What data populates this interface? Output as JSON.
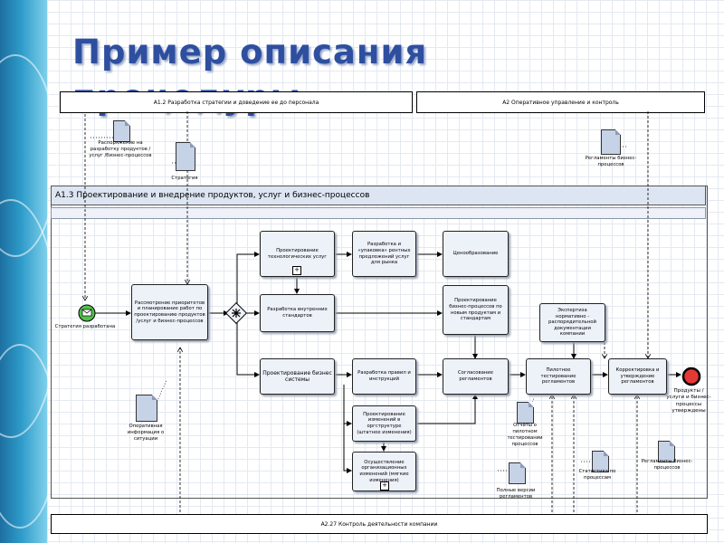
{
  "title": {
    "line1": "Пример описания",
    "line2": "процедуры"
  },
  "headers": {
    "a12": "А1.2 Разработка стратегии и доведение ее до персонала",
    "a2": "А2 Оперативное управление и контроль",
    "a13": "А1.3 Проектирование и внедрение продуктов, услуг и бизнес-процессов",
    "a27": "А2.27 Контроль деятельности компании"
  },
  "documents": {
    "order_label": "Распоряжение на разработку продуктов / услуг /бизнес-процессов",
    "strategy_label": "Стратегия",
    "regulations_top_label": "Регламенты бизнес-процессов",
    "operational_info_label": "Оперативная информация о ситуации",
    "pilot_reports_label": "Отчеты о пилотном тестировании процессов",
    "final_regulations_label": "Полные версии регламентов",
    "stats_label": "Статистика по процессам",
    "regulations_right_label": "Регламенты бизнес-процессов",
    "products_approved_label": "Продукты / услуги и бизнес-процессы утверждены"
  },
  "events": {
    "start_label": "Стратегия разработана"
  },
  "tasks": {
    "analysis": "Рассмотрение приоритетов и планирование работ по проектированию продуктов /услуг и бизнес-процессов",
    "tech_design": "Проектирование технологических услуг",
    "product_dev": "Разработка и «упаковка» рентных предложений услуг для рынка",
    "pricing": "Ценообразование",
    "internal_std": "Разработка внутренних стандартов",
    "bp_design": "Проектирование бизнес-процессов по новым продуктам и стандартам",
    "expertise": "Экспертиза нормативно - распорядительной документации компании",
    "it_design": "Проектирование бизнес системы",
    "rules_dev": "Разработка правил и инструкций",
    "approval": "Согласование регламентов",
    "pilot": "Пилотное тестирование регламентов",
    "correction": "Корректировка и утверждение регламентов",
    "org_changes_design": "Проектирование изменений в оргструктуре (штатное изменения)",
    "org_changes_impl": "Осуществление организационных изменений (мягкие изменения)"
  },
  "colors": {
    "title": "#2e4fa0",
    "task_fill": "#edf1f8",
    "start_event": "#53c04c",
    "end_event": "#e53935",
    "doc_fill": "#c6d2e6"
  }
}
